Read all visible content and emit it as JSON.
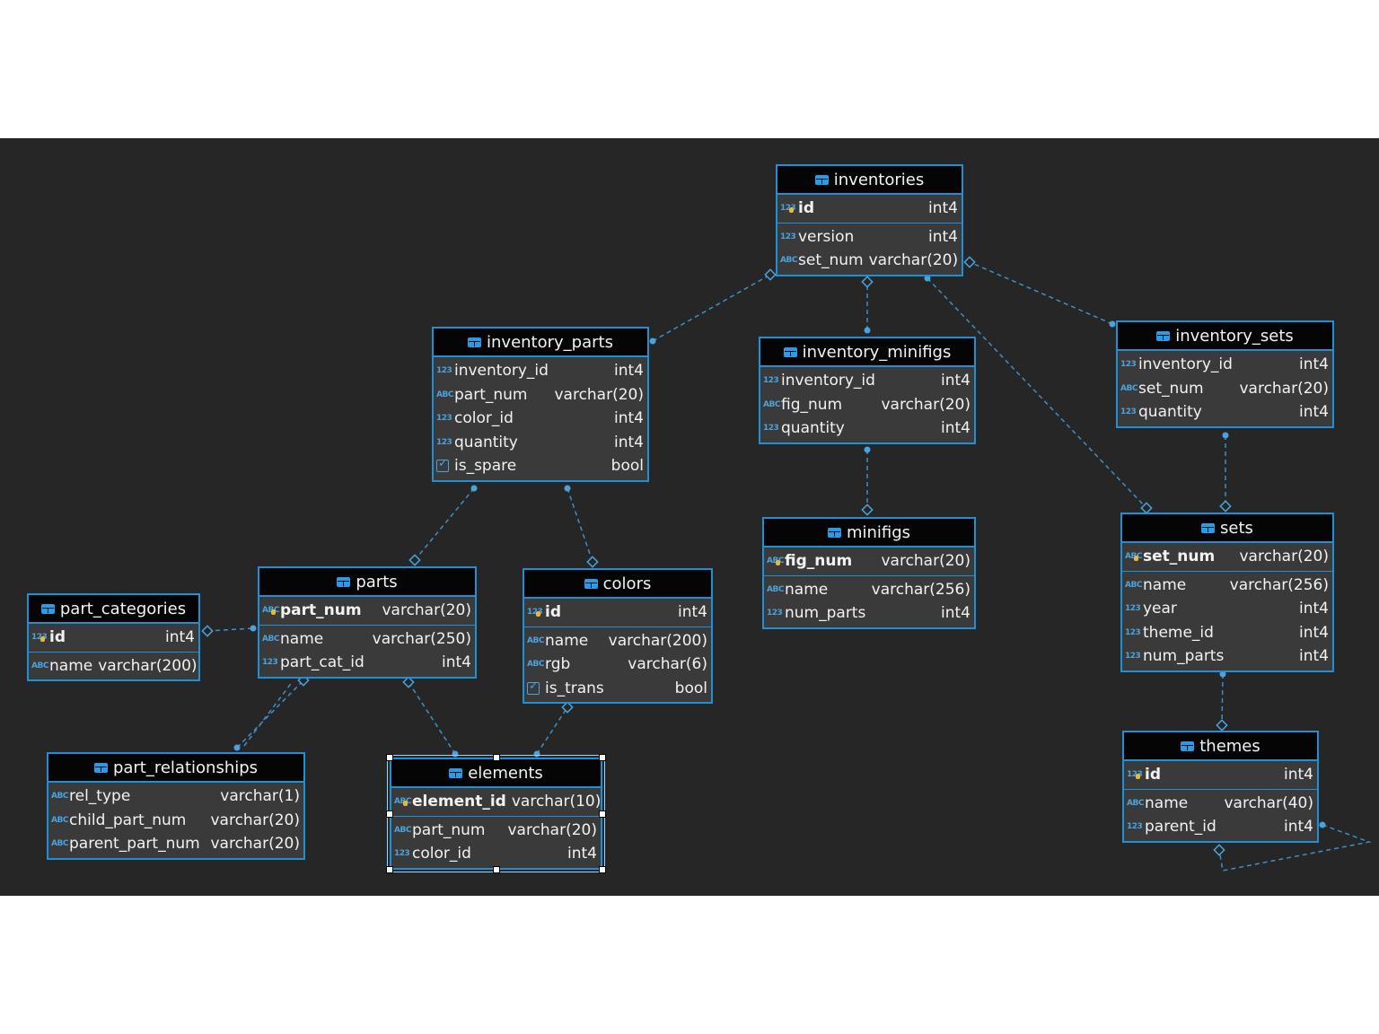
{
  "entities": {
    "inventories": {
      "title": "inventories",
      "pk": [
        {
          "icon": "123",
          "name": "id",
          "type": "int4"
        }
      ],
      "cols": [
        {
          "icon": "123",
          "name": "version",
          "type": "int4"
        },
        {
          "icon": "ABC",
          "name": "set_num",
          "type": "varchar(20)"
        }
      ]
    },
    "inventory_parts": {
      "title": "inventory_parts",
      "cols": [
        {
          "icon": "123",
          "name": "inventory_id",
          "type": "int4"
        },
        {
          "icon": "ABC",
          "name": "part_num",
          "type": "varchar(20)"
        },
        {
          "icon": "123",
          "name": "color_id",
          "type": "int4"
        },
        {
          "icon": "123",
          "name": "quantity",
          "type": "int4"
        },
        {
          "icon": "check",
          "name": "is_spare",
          "type": "bool"
        }
      ]
    },
    "inventory_minifigs": {
      "title": "inventory_minifigs",
      "cols": [
        {
          "icon": "123",
          "name": "inventory_id",
          "type": "int4"
        },
        {
          "icon": "ABC",
          "name": "fig_num",
          "type": "varchar(20)"
        },
        {
          "icon": "123",
          "name": "quantity",
          "type": "int4"
        }
      ]
    },
    "inventory_sets": {
      "title": "inventory_sets",
      "cols": [
        {
          "icon": "123",
          "name": "inventory_id",
          "type": "int4"
        },
        {
          "icon": "ABC",
          "name": "set_num",
          "type": "varchar(20)"
        },
        {
          "icon": "123",
          "name": "quantity",
          "type": "int4"
        }
      ]
    },
    "parts": {
      "title": "parts",
      "pk": [
        {
          "icon": "ABC",
          "name": "part_num",
          "type": "varchar(20)"
        }
      ],
      "cols": [
        {
          "icon": "ABC",
          "name": "name",
          "type": "varchar(250)"
        },
        {
          "icon": "123",
          "name": "part_cat_id",
          "type": "int4"
        }
      ]
    },
    "colors": {
      "title": "colors",
      "pk": [
        {
          "icon": "123",
          "name": "id",
          "type": "int4"
        }
      ],
      "cols": [
        {
          "icon": "ABC",
          "name": "name",
          "type": "varchar(200)"
        },
        {
          "icon": "ABC",
          "name": "rgb",
          "type": "varchar(6)"
        },
        {
          "icon": "check",
          "name": "is_trans",
          "type": "bool"
        }
      ]
    },
    "minifigs": {
      "title": "minifigs",
      "pk": [
        {
          "icon": "ABC",
          "name": "fig_num",
          "type": "varchar(20)"
        }
      ],
      "cols": [
        {
          "icon": "ABC",
          "name": "name",
          "type": "varchar(256)"
        },
        {
          "icon": "123",
          "name": "num_parts",
          "type": "int4"
        }
      ]
    },
    "sets": {
      "title": "sets",
      "pk": [
        {
          "icon": "ABC",
          "name": "set_num",
          "type": "varchar(20)"
        }
      ],
      "cols": [
        {
          "icon": "ABC",
          "name": "name",
          "type": "varchar(256)"
        },
        {
          "icon": "123",
          "name": "year",
          "type": "int4"
        },
        {
          "icon": "123",
          "name": "theme_id",
          "type": "int4"
        },
        {
          "icon": "123",
          "name": "num_parts",
          "type": "int4"
        }
      ]
    },
    "part_categories": {
      "title": "part_categories",
      "pk": [
        {
          "icon": "123",
          "name": "id",
          "type": "int4"
        }
      ],
      "cols": [
        {
          "icon": "ABC",
          "name": "name",
          "type": "varchar(200)"
        }
      ]
    },
    "part_relationships": {
      "title": "part_relationships",
      "cols": [
        {
          "icon": "ABC",
          "name": "rel_type",
          "type": "varchar(1)"
        },
        {
          "icon": "ABC",
          "name": "child_part_num",
          "type": "varchar(20)"
        },
        {
          "icon": "ABC",
          "name": "parent_part_num",
          "type": "varchar(20)"
        }
      ]
    },
    "elements": {
      "title": "elements",
      "pk": [
        {
          "icon": "ABC",
          "name": "element_id",
          "type": "varchar(10)"
        }
      ],
      "cols": [
        {
          "icon": "ABC",
          "name": "part_num",
          "type": "varchar(20)"
        },
        {
          "icon": "123",
          "name": "color_id",
          "type": "int4"
        }
      ]
    },
    "themes": {
      "title": "themes",
      "pk": [
        {
          "icon": "123",
          "name": "id",
          "type": "int4"
        }
      ],
      "cols": [
        {
          "icon": "ABC",
          "name": "name",
          "type": "varchar(40)"
        },
        {
          "icon": "123",
          "name": "parent_id",
          "type": "int4"
        }
      ]
    }
  },
  "relationships": [
    {
      "from": "inventory_parts",
      "to": "inventories"
    },
    {
      "from": "inventory_minifigs",
      "to": "inventories"
    },
    {
      "from": "inventory_sets",
      "to": "inventories"
    },
    {
      "from": "inventories",
      "to": "sets"
    },
    {
      "from": "inventory_sets",
      "to": "sets"
    },
    {
      "from": "inventory_parts",
      "to": "parts"
    },
    {
      "from": "inventory_parts",
      "to": "colors"
    },
    {
      "from": "inventory_minifigs",
      "to": "minifigs"
    },
    {
      "from": "sets",
      "to": "themes"
    },
    {
      "from": "themes",
      "to": "themes"
    },
    {
      "from": "parts",
      "to": "part_categories"
    },
    {
      "from": "part_relationships",
      "to": "parts"
    },
    {
      "from": "elements",
      "to": "parts"
    },
    {
      "from": "elements",
      "to": "colors"
    }
  ],
  "selected_entity": "elements"
}
